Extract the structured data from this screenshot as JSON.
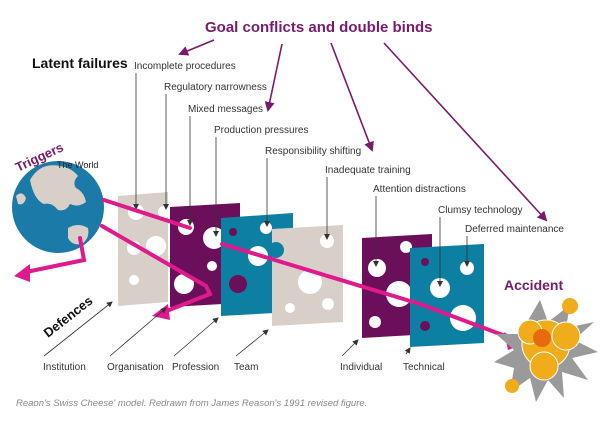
{
  "titles": {
    "goal_conflicts": "Goal conflicts and double binds",
    "latent_failures": "Latent failures",
    "triggers": "Triggers",
    "the_world": "The World",
    "defences": "Defences",
    "accident": "Accident"
  },
  "latent_labels": [
    "Incomplete procedures",
    "Regulatory narrowness",
    "Mixed messages",
    "Production pressures",
    "Responsibility shifting",
    "Inadequate training",
    "Attention distractions",
    "Clumsy technology",
    "Deferred maintenance"
  ],
  "defence_labels": [
    "Institution",
    "Organisation",
    "Profession",
    "Team",
    "Individual",
    "Technical"
  ],
  "caption": "Reaon's Swiss Cheese' model. Redrawn from James Reason's 1991 revised figure.",
  "colors": {
    "beige": "#d8d0c8",
    "purple": "#6b0f5a",
    "teal": "#0d7fa3",
    "magenta": "#e0198c",
    "arrow_purple": "#7a1a6a",
    "explosion": "#f0ac1a",
    "explosion_core": "#e86a10",
    "globe": "#1b7aa8"
  }
}
